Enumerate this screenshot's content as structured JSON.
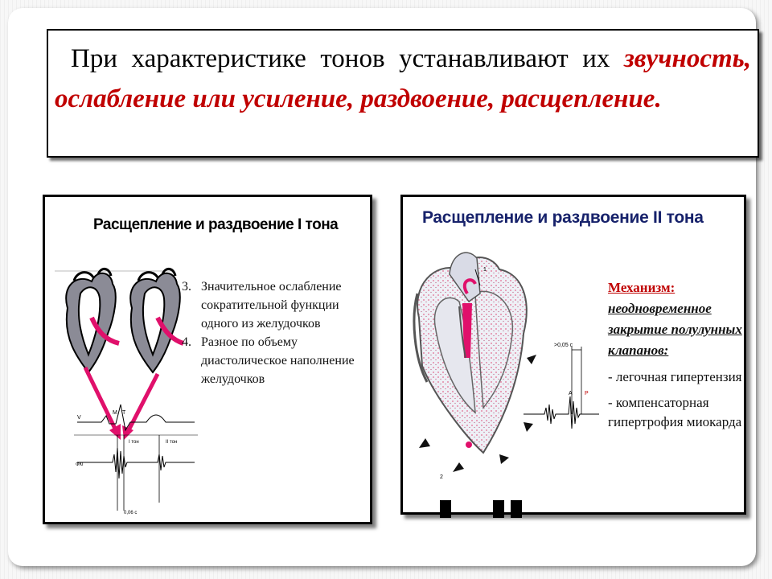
{
  "intro": {
    "lead": "При характеристике тонов устанавливают их",
    "emphasis": "звучность, ослабление или усиление, раздвоение, расщепление."
  },
  "panel_left": {
    "title": "Расщепление и раздвоение I тона",
    "items": [
      {
        "num": "3.",
        "text": "Значительное ослабление сократительной функции одного из желудочков"
      },
      {
        "num": "4.",
        "text": "Разное по объему диастолическое наполнение желудочков"
      }
    ],
    "labels": {
      "v": "V",
      "m": "M",
      "t": "T",
      "tone1": "I тон",
      "tone2": "II тон",
      "fkg": "ФКГ",
      "interval": "0,06 с"
    }
  },
  "panel_right": {
    "title": "Расщепление и раздвоение II тона",
    "mechanism_head": "Механизм:",
    "mechanism_body": "неодновременное закрытие полулунных клапанов:",
    "items": [
      "- легочная гипертензия",
      "- компенсаторная гипертрофия миокарда"
    ],
    "labels": {
      "one": "1",
      "two": "2",
      "interval": ">0,05 с",
      "a": "A",
      "p": "P"
    }
  },
  "colors": {
    "accent_red": "#c00000",
    "title_blue": "#17226b",
    "magenta": "#e0106b"
  }
}
